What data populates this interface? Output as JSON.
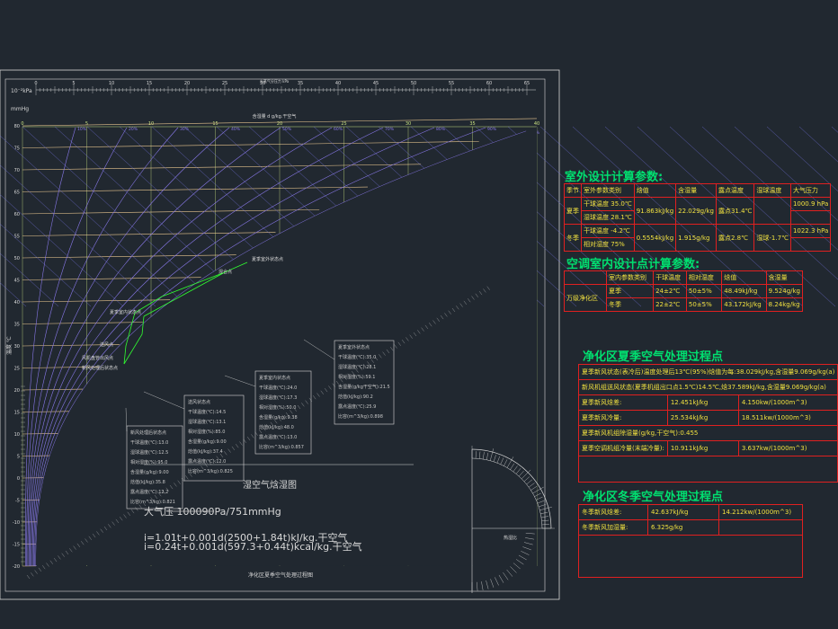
{
  "colors": {
    "background": "#212830",
    "grid_white": "#d8d8d8",
    "dbt_lines": "#ffd89a",
    "rh_curves": "#8878e8",
    "enthalpy_lines": "#7070d8",
    "moisture_lines": "#c8e080",
    "process_line": "#30ff30",
    "section_title": "#00e070",
    "table_border": "#e02020",
    "table_text": "#f0e040"
  },
  "chart": {
    "top_axis_title": "水蒸气分压力 kPa",
    "top_scale_left": "10⁻²kPa",
    "top_scale_unit": "mmHg",
    "moisture_axis_title": "含湿量 d g/kg.干空气",
    "temperature_axis_label": "温度 ℃",
    "top_ticks": [
      "0",
      "5",
      "10",
      "15",
      "20",
      "25",
      "30",
      "35",
      "40",
      "45",
      "50",
      "55",
      "60",
      "65"
    ],
    "moisture_ticks": [
      "0",
      "5",
      "10",
      "15",
      "20",
      "25",
      "30",
      "35",
      "40"
    ],
    "temp_ticks": [
      "-20",
      "-15",
      "-10",
      "-5",
      "0",
      "5",
      "10",
      "15",
      "20",
      "25",
      "30",
      "35",
      "40",
      "45",
      "50",
      "55",
      "60",
      "65",
      "70",
      "75",
      "80"
    ],
    "rh_labels": [
      "10%",
      "20%",
      "30%",
      "40%",
      "50%",
      "60%",
      "70%",
      "80%",
      "90%",
      "100%"
    ],
    "point_labels": {
      "outdoor": "夏季室外状态点",
      "mix": "混合点",
      "indoor": "夏季室内状态点",
      "supply": "送风点",
      "fcu": "风机盘管出风点",
      "fresh": "新风处理后状态点"
    },
    "box1_title": "夏季室外状态点",
    "box1_lines": [
      "干球温度(℃):35.0",
      "湿球温度(℃):28.1",
      "相对湿度(%):59.1",
      "含湿量(g/kg干空气):21.5",
      "焓值(kJ/kg):90.2",
      "露点温度(℃):25.9",
      "比容(m^3/kg):0.898"
    ],
    "box2_title": "夏季室内状态点",
    "box2_lines": [
      "干球温度(℃):24.0",
      "湿球温度(℃):17.3",
      "相对湿度(%):50.0",
      "含湿量(g/kg):9.38",
      "焓值(kJ/kg):48.0",
      "露点温度(℃):13.0",
      "比容(m^3/kg):0.857"
    ],
    "box3_title": "送风状态点",
    "box3_lines": [
      "干球温度(℃):14.5",
      "湿球温度(℃):13.1",
      "相对湿度(%):85.0",
      "含湿量(g/kg):9.00",
      "焓值(kJ/kg):37.4",
      "露点温度(℃):12.0",
      "比容(m^3/kg):0.825"
    ],
    "box4_title": "新风处理后状态点",
    "box4_lines": [
      "干球温度(℃):13.0",
      "湿球温度(℃):12.5",
      "相对湿度(%):95.0",
      "含湿量(g/kg):9.00",
      "焓值(kJ/kg):35.8",
      "露点温度(℃):12.2",
      "比容(m^3/kg):0.821"
    ],
    "chart_title": "湿空气焓湿图",
    "pressure": "大气压 100090Pa/751mmHg",
    "formula1": "i=1.01t+0.001d(2500+1.84t)kJ/kg.干空气",
    "formula2": "i=0.24t+0.001d(597.3+0.44t)kcal/kg.干空气",
    "bottom_caption": "净化区夏季空气处理过程图",
    "ratio_label": "热湿比"
  },
  "outdoor": {
    "title": "室外设计计算参数:",
    "headers": [
      "季节",
      "室外参数类别",
      "焓值",
      "含湿量",
      "露点温度",
      "湿球温度",
      "大气压力"
    ],
    "summer_label": "夏季",
    "winter_label": "冬季",
    "summer_rows": [
      [
        "干球温度",
        "35.0℃"
      ],
      [
        "湿球温度",
        "28.1℃"
      ]
    ],
    "winter_rows": [
      [
        "干球温度",
        "-4.2℃"
      ],
      [
        "相对湿度",
        "75%"
      ]
    ],
    "summer_enthalpy": "91.863kJ/kg",
    "summer_moisture": "22.029g/kg",
    "summer_dew": "露点31.4℃",
    "summer_pressure": "1000.9 hPa",
    "winter_enthalpy": "0.5554kJ/kg",
    "winter_moisture": "1.915g/kg",
    "winter_dew": "露点2.8℃",
    "winter_wet": "湿球-1.7℃",
    "winter_pressure": "1022.3 hPa"
  },
  "indoor": {
    "title": "空调室内设计点计算参数:",
    "headers": [
      "",
      "室内参数类别",
      "干球温度",
      "相对湿度",
      "焓值",
      "含湿量"
    ],
    "row_label": "万级净化区",
    "summer": [
      "夏季",
      "24±2℃",
      "50±5%",
      "48.49kJ/kg",
      "9.524g/kg"
    ],
    "winter": [
      "冬季",
      "22±2℃",
      "50±5%",
      "43.172kJ/kg",
      "8.24kg/kg"
    ]
  },
  "summer_process": {
    "title": "净化区夏季空气处理过程点",
    "rows": [
      "夏季新风状态(表冷后)温度处理后13℃(95%)焓值为每:38.029kJ/kg,含湿量9.069g/kg(a)",
      "新风机组送风状态(夏季机组出口点1.5℃)14.5℃,焓37.589kJ/kg,含湿量9.069g/kg(a)",
      "夏季新风焓差:",
      "夏季新风冷量:",
      "夏季新风机组除湿量(g/kg,干空气):0.455",
      "夏季空调机组冷量(末端冷量):"
    ],
    "values": [
      [
        "12.451kJ/kg",
        "4.150kw/(1000m^3)"
      ],
      [
        "25.534kJ/kg",
        "18.511kw/(1000m^3)"
      ],
      [
        "10.911kJ/kg",
        "3.637kw/(1000m^3)"
      ]
    ]
  },
  "winter_process": {
    "title": "净化区冬季空气处理过程点",
    "rows": [
      "冬季新风焓差:",
      "冬季新风加湿量:"
    ],
    "values": [
      [
        "42.637kJ/kg",
        "14.212kw/(1000m^3)"
      ],
      [
        "6.325g/kg",
        ""
      ]
    ]
  }
}
